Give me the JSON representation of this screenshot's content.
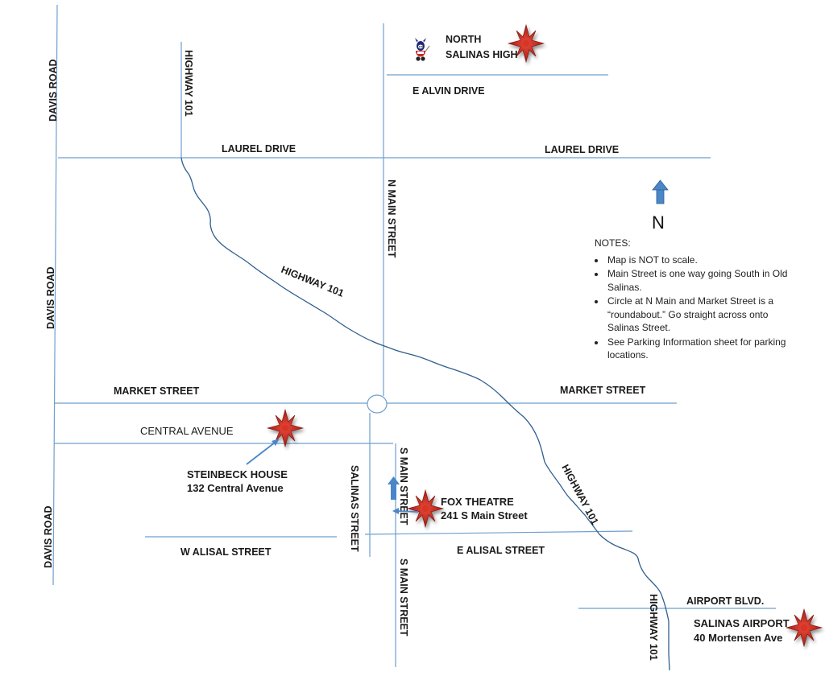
{
  "roads": {
    "davis_road": "DAVIS ROAD",
    "highway_101": "HIGHWAY 101",
    "laurel_drive": "LAUREL DRIVE",
    "e_alvin_drive": "E ALVIN DRIVE",
    "n_main_street": "N MAIN STREET",
    "market_street": "MARKET STREET",
    "central_avenue": "CENTRAL AVENUE",
    "salinas_street": "SALINAS STREET",
    "s_main_street": "S MAIN STREET",
    "w_alisal_street": "W ALISAL STREET",
    "e_alisal_street": "E ALISAL STREET",
    "airport_blvd": "AIRPORT BLVD."
  },
  "places": {
    "north_salinas_high": {
      "line1": "NORTH",
      "line2": "SALINAS HIGH"
    },
    "steinbeck_house": {
      "line1": "STEINBECK HOUSE",
      "line2": "132 Central Avenue"
    },
    "fox_theatre": {
      "line1": "FOX THEATRE",
      "line2": "241 S Main Street"
    },
    "salinas_airport": {
      "line1": "SALINAS AIRPORT",
      "line2": "40 Mortensen Ave"
    }
  },
  "compass": {
    "label": "N"
  },
  "notes": {
    "heading": "NOTES:",
    "items": [
      "Map is NOT to scale.",
      "Main Street is one way going South in Old Salinas.",
      "Circle at N Main and Market Street is a “roundabout.” Go straight across onto Salinas Street.",
      "See Parking Information sheet for parking locations."
    ]
  },
  "colors": {
    "road": "#6e9fce",
    "highway": "#2f5f8f",
    "marker": "#c0281e",
    "arrow": "#4a86c8"
  },
  "icons": [
    "star-marker-icon",
    "school-mascot-icon",
    "north-arrow-icon",
    "pointer-arrow-icon"
  ]
}
